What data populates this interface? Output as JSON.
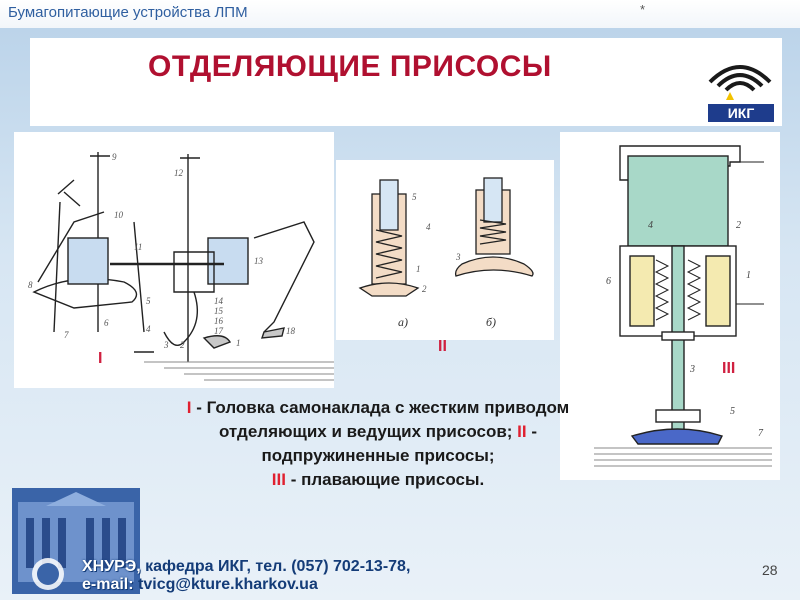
{
  "header": {
    "topic": "Бумагопитающие устройства ЛПМ",
    "marker": "*"
  },
  "title": "ОТДЕЛЯЮЩИЕ ПРИСОСЫ",
  "logo": {
    "text": "ИКГ",
    "accent": "#f2c200"
  },
  "figures": {
    "fig1": {
      "label": "I",
      "numbers": [
        "9",
        "12",
        "10",
        "11",
        "8",
        "7",
        "6",
        "5",
        "4",
        "3",
        "2",
        "13",
        "14",
        "15",
        "16",
        "17",
        "18",
        "1"
      ]
    },
    "fig2": {
      "label": "II",
      "sub_a": "а)",
      "sub_b": "б)",
      "numbers": [
        "5",
        "4",
        "1",
        "2",
        "3"
      ]
    },
    "fig3": {
      "label": "III",
      "numbers": [
        "4",
        "2",
        "6",
        "1",
        "3",
        "5",
        "7"
      ]
    }
  },
  "caption": {
    "l1_a": "I",
    "l1_b": " - Головка самонаклада с жестким приводом",
    "l2_a": "отделяющих и ведущих присосов; ",
    "l2_b": "II",
    "l2_c": " -",
    "l3": "подпружиненные присосы;",
    "l4_a": "III",
    "l4_b": " - плавающие присосы."
  },
  "footer": {
    "line1_label": "ХНУРЭ,",
    "line1_text": " кафедра ИКГ, тел. (057) 702-13-78,",
    "line2_label": "e-mail:",
    "line2_text": " tvicg@kture.kharkov.ua"
  },
  "page_number": "28",
  "colors": {
    "title": "#b01030",
    "label": "#d02040",
    "text": "#1a1a1a",
    "footer": "#143c78"
  }
}
